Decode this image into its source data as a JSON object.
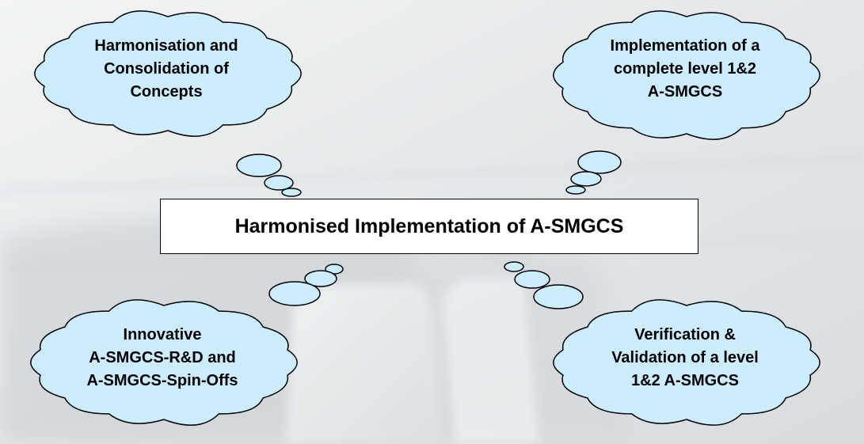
{
  "central": {
    "title": "Harmonised Implementation of A-SMGCS"
  },
  "clouds": [
    {
      "id": "top-left",
      "lines": [
        "Harmonisation and",
        "Consolidation of",
        "Concepts"
      ]
    },
    {
      "id": "top-right",
      "lines": [
        "Implementation of a",
        "complete level 1&2",
        "A-SMGCS"
      ]
    },
    {
      "id": "bottom-left",
      "lines": [
        "Innovative",
        "A-SMGCS-R&D and",
        "A-SMGCS-Spin-Offs"
      ]
    },
    {
      "id": "bottom-right",
      "lines": [
        "Verification &",
        "Validation of a level",
        "1&2 A-SMGCS"
      ]
    }
  ],
  "colors": {
    "cloud_fill": "#CCECFF",
    "outline": "#000000",
    "box_fill": "#FFFFFF"
  }
}
